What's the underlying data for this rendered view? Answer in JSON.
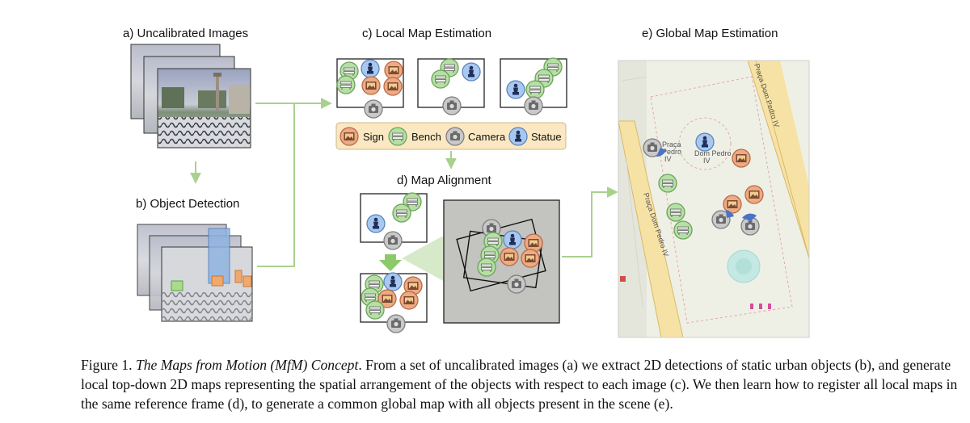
{
  "panels": {
    "a": "a) Uncalibrated Images",
    "b": "b) Object Detection",
    "c": "c) Local Map Estimation",
    "d": "d) Map Alignment",
    "e": "e) Global Map Estimation"
  },
  "legend": [
    {
      "label": "Sign",
      "color": "#e9a07a",
      "icon": "sign-icon"
    },
    {
      "label": "Bench",
      "color": "#a8d99a",
      "icon": "bench-icon"
    },
    {
      "label": "Camera",
      "color": "#bdbdbd",
      "icon": "camera-icon"
    },
    {
      "label": "Statue",
      "color": "#9ec1ec",
      "icon": "statue-icon"
    }
  ],
  "map_labels": {
    "praca_top": "Praça",
    "pedro": "Pedro",
    "iv_a": "IV",
    "dom_pedro": "Dom Pedro",
    "iv_b": "IV",
    "street_left": "Praça Dom Pedro IV",
    "street_right": "Praça Dom Pedro IV"
  },
  "caption": {
    "prefix": "Figure 1. ",
    "title": "The Maps from Motion (MfM) Concept",
    "body": ". From a set of uncalibrated images (a) we extract 2D detections of static urban objects (b), and generate local top-down 2D maps representing the spatial arrangement of the objects with respect to each image (c). We then learn how to register all local maps in the same reference frame (d), to generate a common global map with all objects present in the scene (e)."
  },
  "colors": {
    "sign": "#e9a07a",
    "bench": "#a8d99a",
    "camera": "#bdbdbd",
    "statue": "#9ec1ec",
    "arrow": "#a9d18e",
    "legend_bg": "#fbe8c3",
    "map_bg": "#eef0e6",
    "road": "#f7e2a6"
  }
}
